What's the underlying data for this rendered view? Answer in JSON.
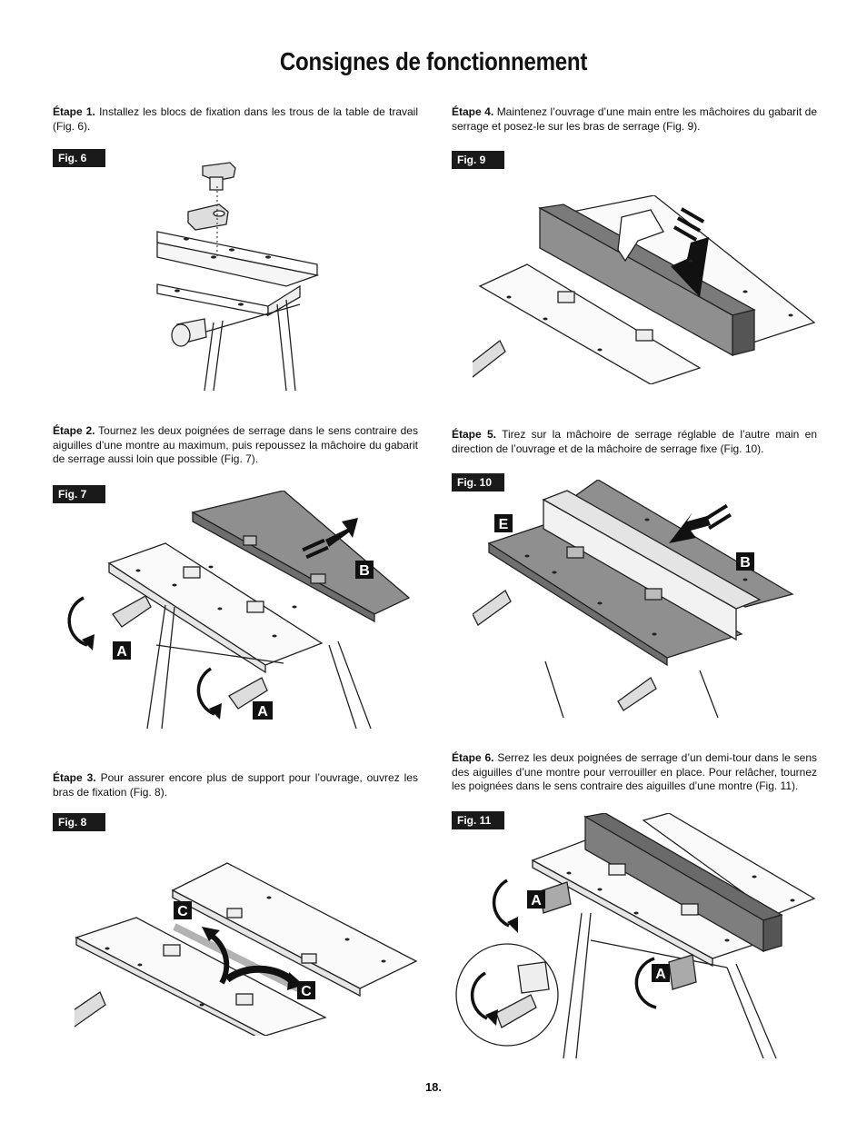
{
  "title": "Consignes de fonctionnement",
  "steps": [
    {
      "label": "Étape 1.",
      "text": "Installez les blocs de fixation dans les trous de la table de travail (Fig. 6)."
    },
    {
      "label": "Étape 2.",
      "text": "Tournez les deux poignées de serrage dans le sens contraire des aiguilles d’une montre au maximum, puis repoussez la mâchoire du gabarit de serrage aussi loin que possible (Fig. 7)."
    },
    {
      "label": "Étape 3.",
      "text": "Pour assurer encore plus de support pour l’ouvrage, ouvrez les bras de fixation (Fig. 8)."
    },
    {
      "label": "Étape 4.",
      "text": "Maintenez l’ouvrage d’une main entre les mâchoires du gabarit de serrage et posez-le sur les bras de serrage (Fig. 9)."
    },
    {
      "label": "Étape 5.",
      "text": "Tirez sur la mâchoire de serrage réglable de l’autre main en direction de l’ouvrage et de la mâchoire de serrage fixe (Fig. 10)."
    },
    {
      "label": "Étape 6.",
      "text": "Serrez les deux poignées de serrage d’un demi-tour dans le sens des aiguilles d’une montre pour verrouiller en place. Pour relâcher, tournez les poignées dans le sens contraire des aiguilles d’une montre (Fig. 11)."
    }
  ],
  "figures": {
    "fig6": {
      "label": "Fig. 6"
    },
    "fig7": {
      "label": "Fig. 7",
      "callouts": [
        "B",
        "A",
        "A"
      ]
    },
    "fig8": {
      "label": "Fig. 8",
      "callouts": [
        "C",
        "C"
      ]
    },
    "fig9": {
      "label": "Fig. 9"
    },
    "fig10": {
      "label": "Fig. 10",
      "callouts": [
        "E",
        "B"
      ]
    },
    "fig11": {
      "label": "Fig. 11",
      "callouts": [
        "A",
        "A"
      ]
    }
  },
  "page_number": "18."
}
